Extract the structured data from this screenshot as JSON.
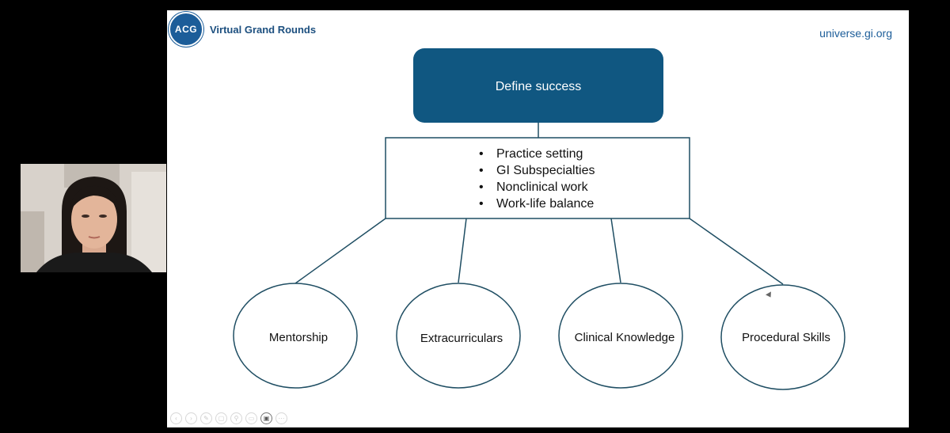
{
  "header": {
    "brand_logo_text": "ACG",
    "brand_title": "Virtual Grand Rounds",
    "site_url": "universe.gi.org"
  },
  "diagram": {
    "top_box": "Define success",
    "bullets": [
      "Practice setting",
      "GI Subspecialties",
      "Nonclinical work",
      "Work-life balance"
    ],
    "bullet_glyph": "•",
    "nodes": [
      "Mentorship",
      "Extracurriculars",
      "Clinical Knowledge",
      "Procedural Skills"
    ]
  },
  "colors": {
    "top_box_fill": "#105781",
    "top_box_text": "#ffffff",
    "line_color": "#1f4e63",
    "brand_blue": "#1c5d99"
  },
  "toolbar": {
    "icons": [
      "previous-icon",
      "next-icon",
      "pen-icon",
      "pages-icon",
      "zoom-icon",
      "subtitles-icon",
      "camera-icon",
      "more-icon"
    ]
  }
}
